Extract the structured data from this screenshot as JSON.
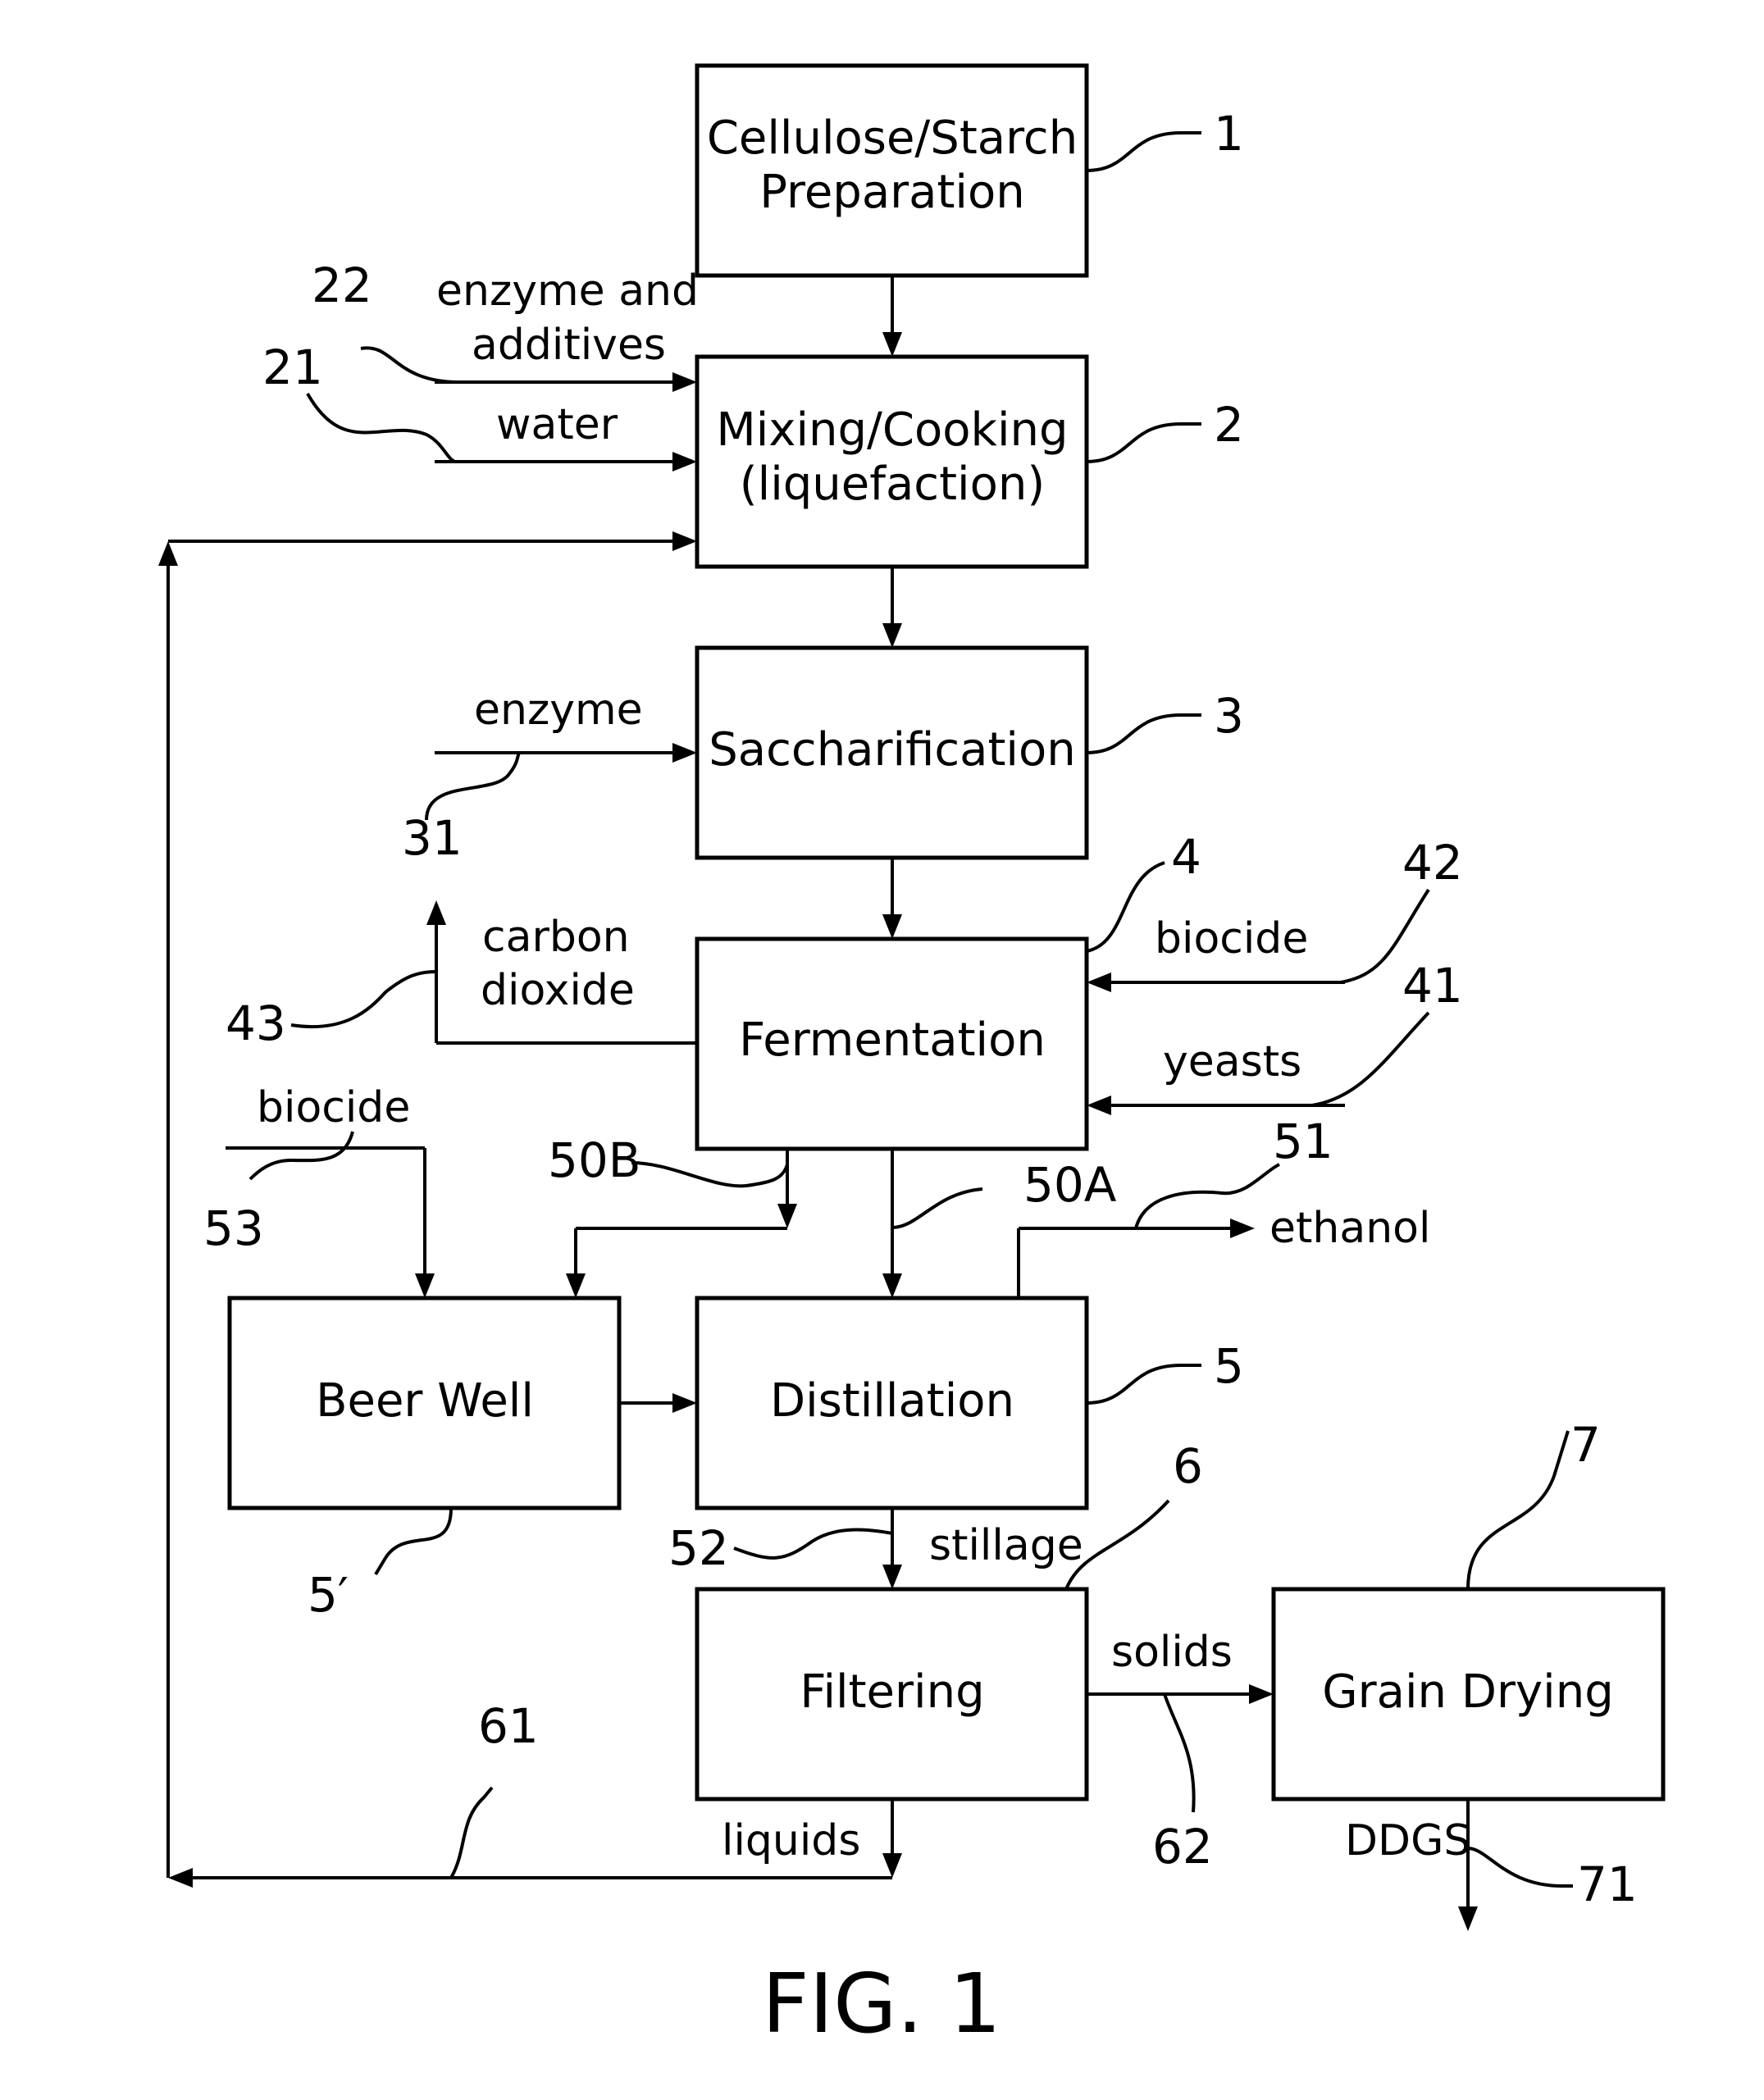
{
  "boxes": {
    "b1": [
      "Cellulose/Starch",
      "Preparation"
    ],
    "b2": [
      "Mixing/Cooking",
      "(liquefaction)"
    ],
    "b3": "Saccharification",
    "b4": "Fermentation",
    "b5": "Distillation",
    "b5p": "Beer Well",
    "b6": "Filtering",
    "b7": "Grain Drying"
  },
  "labels": {
    "enzyme_and": "enzyme and",
    "additives": "additives",
    "water": "water",
    "enzyme": "enzyme",
    "carbon": "carbon",
    "dioxide": "dioxide",
    "biocide_right": "biocide",
    "yeasts": "yeasts",
    "biocide_left": "biocide",
    "ethanol": "ethanol",
    "stillage": "stillage",
    "solids": "solids",
    "liquids": "liquids",
    "ddgs": "DDGS"
  },
  "refs": {
    "r1": "1",
    "r2": "2",
    "r3": "3",
    "r4": "4",
    "r5": "5",
    "r5p": "5′",
    "r6": "6",
    "r7": "7",
    "r21": "21",
    "r22": "22",
    "r31": "31",
    "r41": "41",
    "r42": "42",
    "r43": "43",
    "r50a": "50A",
    "r50b": "50B",
    "r51": "51",
    "r52": "52",
    "r53": "53",
    "r61": "61",
    "r62": "62",
    "r71": "71"
  },
  "figure_caption": "FIG. 1"
}
